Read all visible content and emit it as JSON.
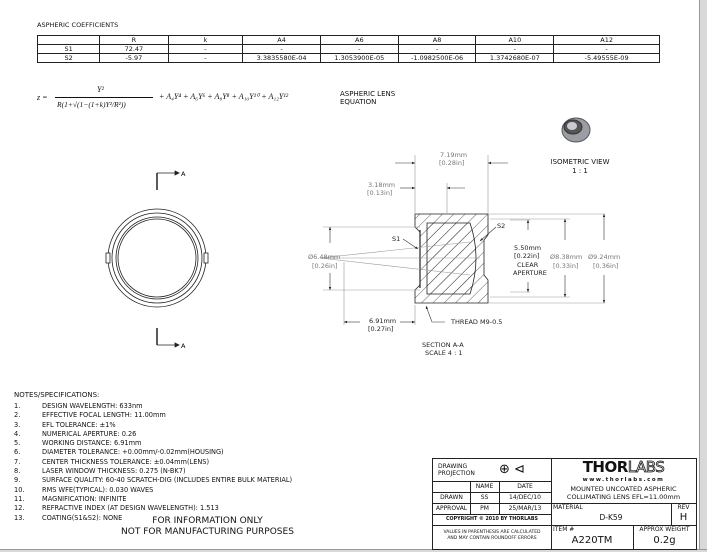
{
  "coefficients": {
    "title": "ASPHERIC COEFFICIENTS",
    "headers": [
      "",
      "R",
      "k",
      "A4",
      "A6",
      "A8",
      "A10",
      "A12"
    ],
    "rows": [
      [
        "S1",
        "72.47",
        "-",
        "-",
        "-",
        "-",
        "-",
        "-"
      ],
      [
        "S2",
        "-5.97",
        "-",
        "3.3835580E-04",
        "1.3053900E-05",
        "-1.0982500E-06",
        "1.3742680E-07",
        "-5.49555E-09"
      ]
    ]
  },
  "equation": {
    "lhs": "z =",
    "numerator": "Y²",
    "denominator": "R(1+√(1−(1+k)Y²/R²))",
    "terms": "+ A₄Y⁴ + A₆Y⁶ + A₈Y⁸ + A₁₀Y¹⁰ + A₁₂Y¹²",
    "label_line1": "ASPHERIC LENS",
    "label_line2": "EQUATION"
  },
  "isometric": {
    "title": "ISOMETRIC VIEW",
    "scale": "1 : 1"
  },
  "front_view": {
    "section_marker_top": "A",
    "section_marker_bottom": "A"
  },
  "section": {
    "dim_length_mm": "7.19mm",
    "dim_length_in": "[0.28in]",
    "dim_318_mm": "3.18mm",
    "dim_318_in": "[0.13in]",
    "dim_648_mm": "Ø6.48mm",
    "dim_648_in": "[0.26in]",
    "dim_550_mm": "5.50mm",
    "dim_550_in": "[0.22in]",
    "clear": "CLEAR",
    "aperture": "APERTURE",
    "dim_838_mm": "Ø8.38mm",
    "dim_838_in": "[0.33in]",
    "dim_924_mm": "Ø9.24mm",
    "dim_924_in": "[0.36in]",
    "dim_691_mm": "6.91mm",
    "dim_691_in": "[0.27in]",
    "s1": "S1",
    "s2": "S2",
    "thread": "THREAD M9-0.5",
    "title": "SECTION A-A",
    "scale": "SCALE 4 : 1"
  },
  "notes": {
    "title": "NOTES/SPECIFICATIONS:",
    "items": [
      [
        "1.",
        "DESIGN WAVELENGTH: 633nm"
      ],
      [
        "2.",
        "EFFECTIVE FOCAL LENGTH: 11.00mm"
      ],
      [
        "3.",
        "EFL TOLERANCE:  ±1%"
      ],
      [
        "4.",
        "NUMERICAL APERTURE: 0.26"
      ],
      [
        "5.",
        "WORKING DISTANCE: 6.91mm"
      ],
      [
        "6.",
        "DIAMETER TOLERANCE: +0.00mm/-0.02mm(HOUSING)"
      ],
      [
        "7.",
        "CENTER THICKNESS TOLERANCE:  ±0.04mm(LENS)"
      ],
      [
        "8.",
        "LASER WINDOW THICKNESS: 0.275 (N-BK7)"
      ],
      [
        "9.",
        "SURFACE QUALITY: 60-40 SCRATCH-DIG (INCLUDES ENTIRE BULK MATERIAL)"
      ],
      [
        "10.",
        "RMS WFE(TYPICAL): 0.030 WAVES"
      ],
      [
        "11.",
        "MAGNIFICATION: INFINITE"
      ],
      [
        "12.",
        "REFRACTIVE INDEX (AT DESIGN WAVELENGTH): 1.513"
      ],
      [
        "13.",
        "COATING(S1&S2): NONE"
      ]
    ]
  },
  "disclaimer": {
    "line1": "FOR INFORMATION ONLY",
    "line2": "NOT FOR MANUFACTURING PURPOSES"
  },
  "title_block": {
    "drawing_projection": "DRAWING PROJECTION",
    "name_header": "NAME",
    "date_header": "DATE",
    "drawn_label": "DRAWN",
    "drawn_name": "SS",
    "drawn_date": "14/DEC/10",
    "approval_label": "APPROVAL",
    "approval_name": "PM",
    "approval_date": "25/MAR/13",
    "copyright": "COPYRIGHT © 2010 BY THORLABS",
    "values_note_1": "VALUES IN PARENTHESIS ARE CALCULATED",
    "values_note_2": "AND MAY CONTAIN ROUNDOFF ERRORS",
    "logo_bold": "THOR",
    "logo_light": "LABS",
    "website": "www.thorlabs.com",
    "description_1": "MOUNTED UNCOATED ASPHERIC",
    "description_2": "COLLIMATING LENS   EFL=11.00mm",
    "material_label": "MATERIAL",
    "material": "D-K59",
    "rev_label": "REV",
    "rev": "H",
    "item_label": "ITEM #",
    "item": "A220TM",
    "weight_label": "APPROX WEIGHT",
    "weight": "0.2g"
  }
}
